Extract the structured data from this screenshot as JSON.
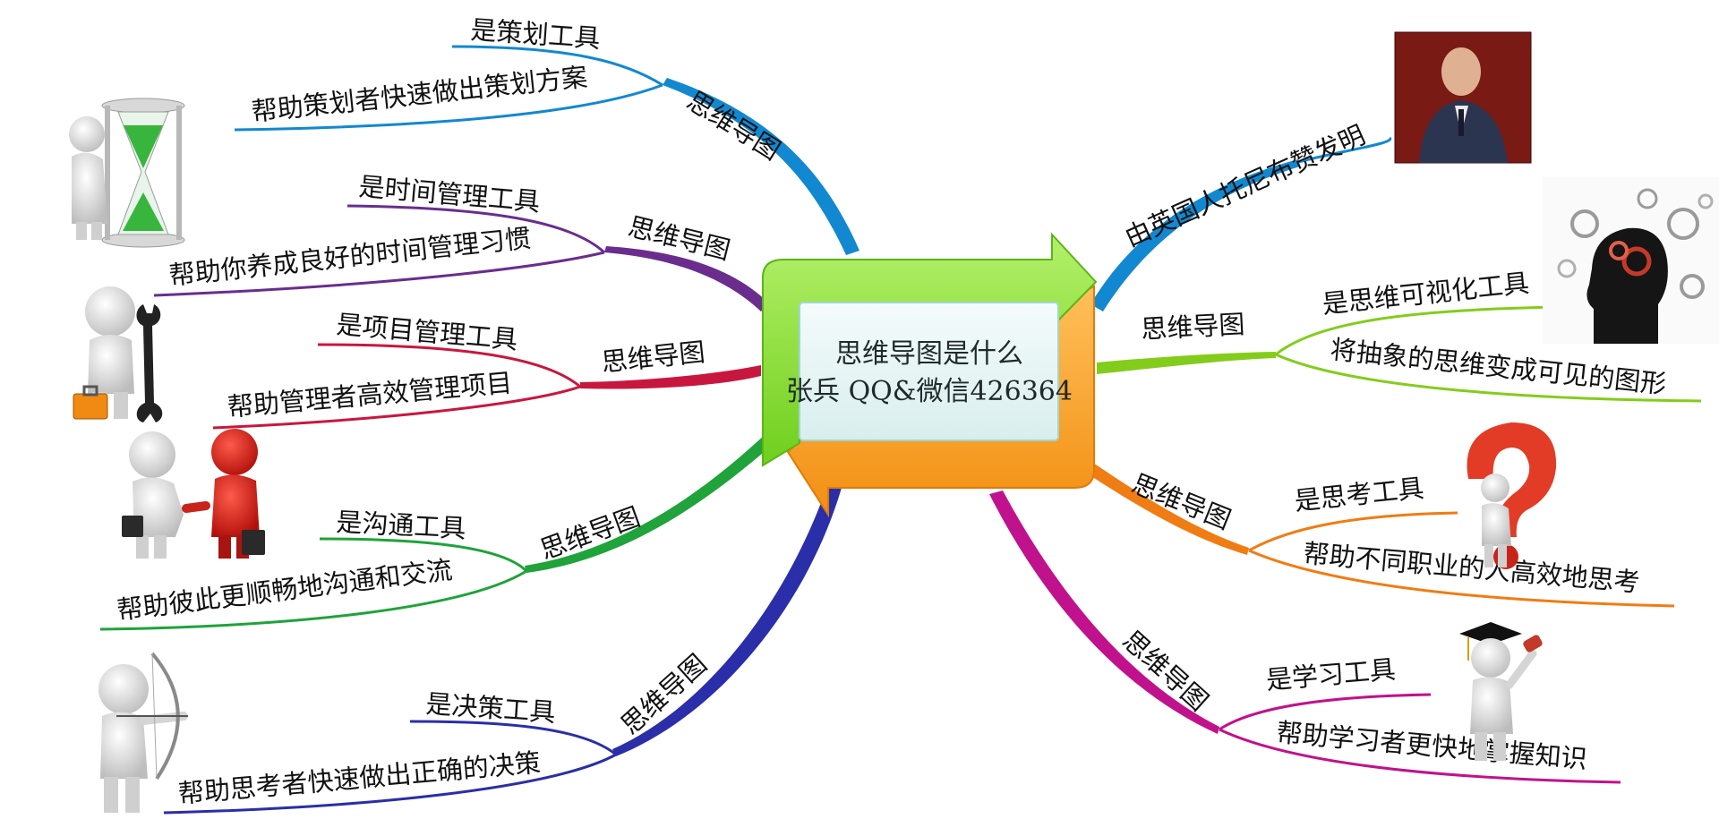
{
  "center": {
    "title": "思维导图是什么",
    "subtitle": "张兵 QQ&微信426364"
  },
  "branches": {
    "planning": {
      "label": "思维导图",
      "color": "#1288d0",
      "items": [
        "是策划工具",
        "帮助策划者快速做出策划方案"
      ]
    },
    "time": {
      "label": "思维导图",
      "color": "#6a2d8e",
      "items": [
        "是时间管理工具",
        "帮助你养成良好的时间管理习惯"
      ]
    },
    "project": {
      "label": "思维导图",
      "color": "#c8173f",
      "items": [
        "是项目管理工具",
        "帮助管理者高效管理项目"
      ]
    },
    "communication": {
      "label": "思维导图",
      "color": "#1fa33a",
      "items": [
        "是沟通工具",
        "帮助彼此更顺畅地沟通和交流"
      ]
    },
    "decision": {
      "label": "思维导图",
      "color": "#2a2ea8",
      "items": [
        "是决策工具",
        "帮助思考者快速做出正确的决策"
      ]
    },
    "inventor": {
      "label": "由英国人托尼布赞发明",
      "color": "#1288d0"
    },
    "visual": {
      "label": "思维导图",
      "color": "#83cc1c",
      "items": [
        "是思维可视化工具",
        "将抽象的思维变成可见的图形"
      ]
    },
    "thinking": {
      "label": "思维导图",
      "color": "#f07c14",
      "items": [
        "是思考工具",
        "帮助不同职业的人高效地思考"
      ]
    },
    "learning": {
      "label": "思维导图",
      "color": "#c0128c",
      "items": [
        "是学习工具",
        "帮助学习者更快地掌握知识"
      ]
    }
  },
  "icons": [
    "hourglass-figure-icon",
    "toolbox-figure-icon",
    "handshake-figure-icon",
    "archer-figure-icon",
    "portrait-photo-icon",
    "gear-head-icon",
    "question-mark-figure-icon",
    "graduate-figure-icon"
  ]
}
